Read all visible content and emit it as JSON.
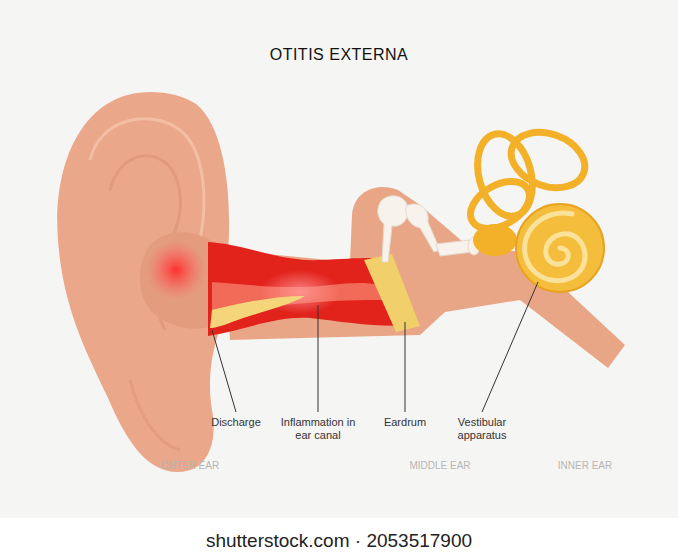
{
  "diagram": {
    "title": "OTITIS EXTERNA",
    "labels": [
      "Discharge",
      "Inflammation in ear canal",
      "Eardrum",
      "Vestibular apparatus",
      "OUTER EAR",
      "MIDDLE EAR",
      "INNER EAR",
      "shutterstock.com · 2053517900"
    ]
  }
}
